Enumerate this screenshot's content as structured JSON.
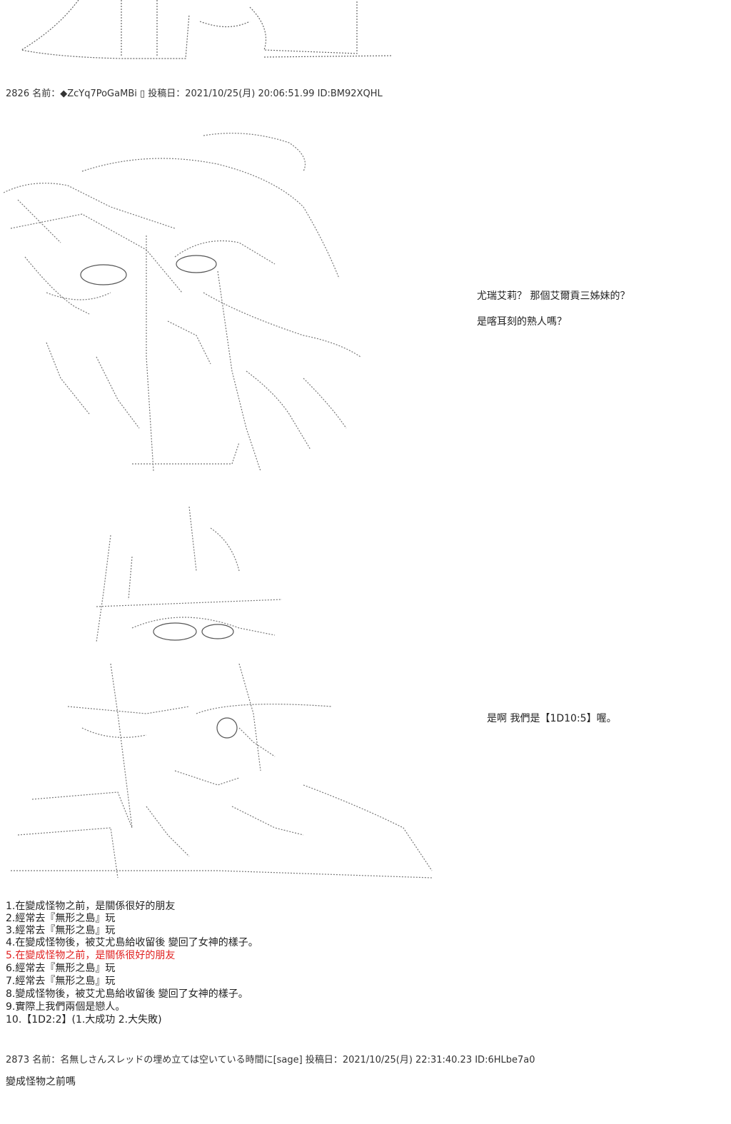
{
  "post_2826": {
    "header": "2826 名前：◆ZcYq7PoGaMBi ▯ 投稿日：2021/10/25(月) 20:06:51.99 ID:BM92XQHL",
    "dialogue_1": "尤瑞艾莉？ 那個艾爾貢三姊妹的？",
    "dialogue_2": "是喀耳刻的熟人嗎？",
    "dialogue_3": "是啊 我們是【1D10:5】喔。",
    "list": [
      "1.在變成怪物之前，是關係很好的朋友",
      "2.經常去『無形之島』玩",
      "3.經常去『無形之島』玩",
      "4.在變成怪物後，被艾尤島給收留後 變回了女神的樣子。",
      "5.在變成怪物之前，是關係很好的朋友",
      "6.經常去『無形之島』玩",
      "7.經常去『無形之島』玩",
      "8.變成怪物後，被艾尤島給收留後 變回了女神的樣子。",
      "9.實際上我們兩個是戀人。",
      "10.【1D2:2】(1.大成功 2.大失敗)"
    ]
  },
  "post_2873": {
    "header": "2873 名前：名無しさんスレッドの埋め立ては空いている時間に[sage] 投稿日：2021/10/25(月) 22:31:40.23 ID:6HLbe7a0",
    "body": "變成怪物之前嗎"
  },
  "colors": {
    "highlight": "#e02020",
    "text": "#222222",
    "background": "#ffffff"
  },
  "icons": [
    "ascii-art-top",
    "ascii-art-girl-portrait",
    "ascii-art-horned-character"
  ]
}
